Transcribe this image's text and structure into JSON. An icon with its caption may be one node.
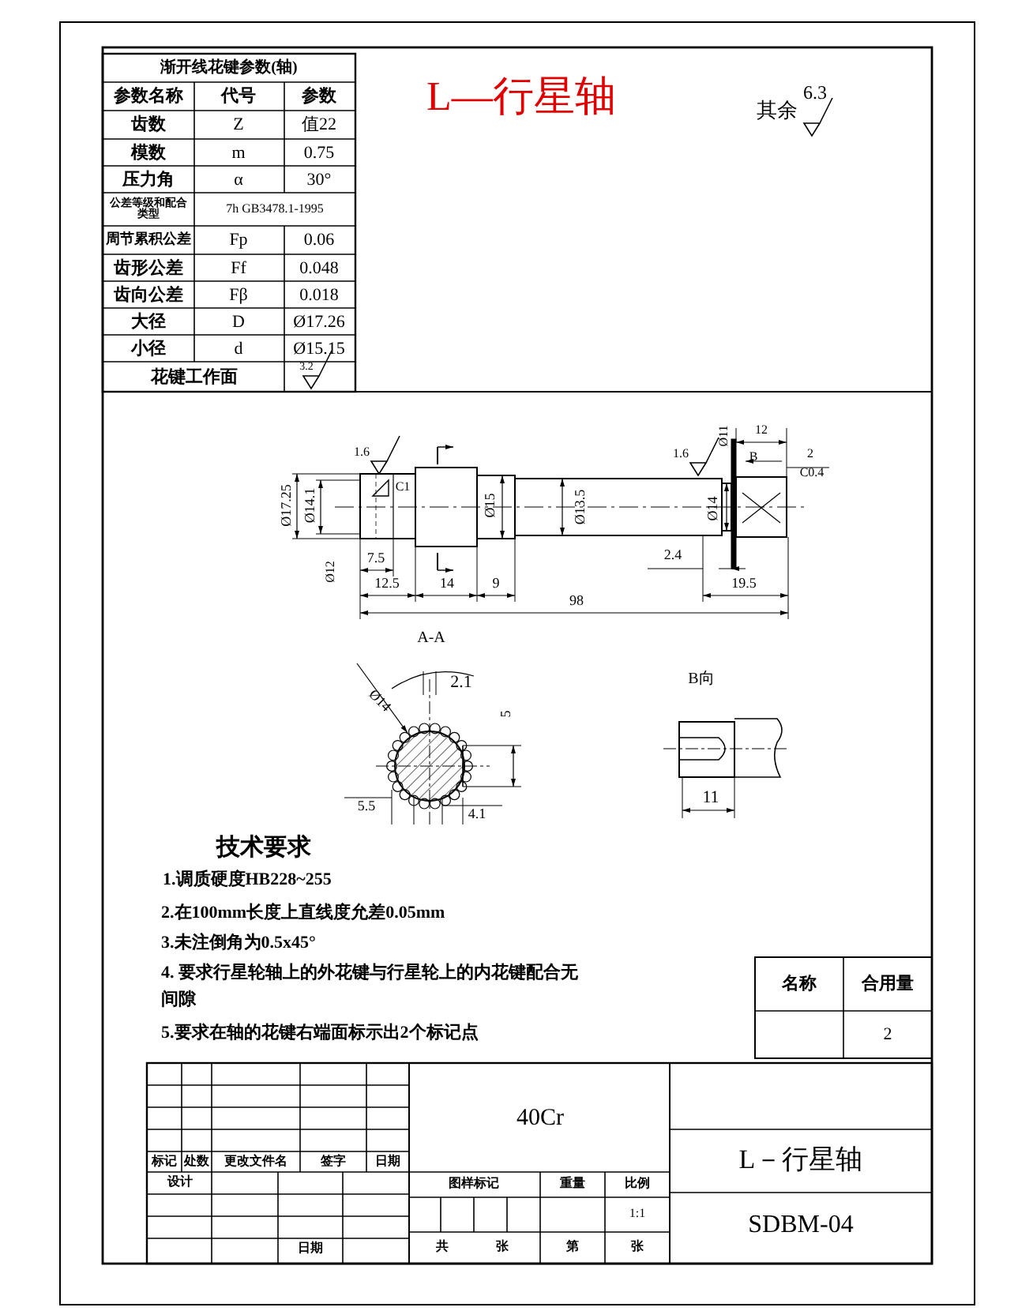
{
  "diagram": {
    "labels": [
      "L—行星轴",
      "渐开线花键参数(轴)",
      "参数名称",
      "代号",
      "参数",
      "齿数",
      "Z",
      "值22",
      "模数",
      "m",
      "0.75",
      "压力角",
      "α",
      "30°",
      "公差等级和配合类型",
      "7h GB3478.1-1995",
      "周节累积公差",
      "Fp",
      "0.06",
      "齿形公差",
      "Ff",
      "0.048",
      "齿向公差",
      "Fβ",
      "0.018",
      "大径",
      "D",
      "Ø17.26",
      "小径",
      "d",
      "Ø15.15",
      "花键工作面",
      "3.2",
      "其余",
      "6.3",
      "Ø17.25",
      "Ø14.1",
      "Ø12",
      "C1",
      "1.6",
      "Ø15",
      "Ø13.5",
      "1.6",
      "Ø11",
      "Ø14",
      "12",
      "2",
      "C0.4",
      "B",
      "7.5",
      "12.5",
      "14",
      "9",
      "2.4",
      "19.5",
      "98",
      "A-A",
      "2.1",
      "Ø14",
      "5",
      "5.5",
      "4.1",
      "B向",
      "11",
      "技术要求",
      "1.调质硬度HB228~255",
      "2.在100mm长度上直线度允差0.05mm",
      "3.未注倒角为0.5x45°",
      "4. 要求行星轮轴上的外花键与行星轮上的内花键配合无间隙",
      "5.要求在轴的花键右端面标示出2个标记点",
      "名称",
      "合用量",
      "2",
      "标记",
      "处数",
      "更改文件名",
      "签字",
      "日期",
      "设计",
      "日期",
      "40Cr",
      "图样标记",
      "重量",
      "比例",
      "1:1",
      "共",
      "张",
      "第",
      "张",
      "L－行星轴",
      "SDBM-04"
    ]
  }
}
